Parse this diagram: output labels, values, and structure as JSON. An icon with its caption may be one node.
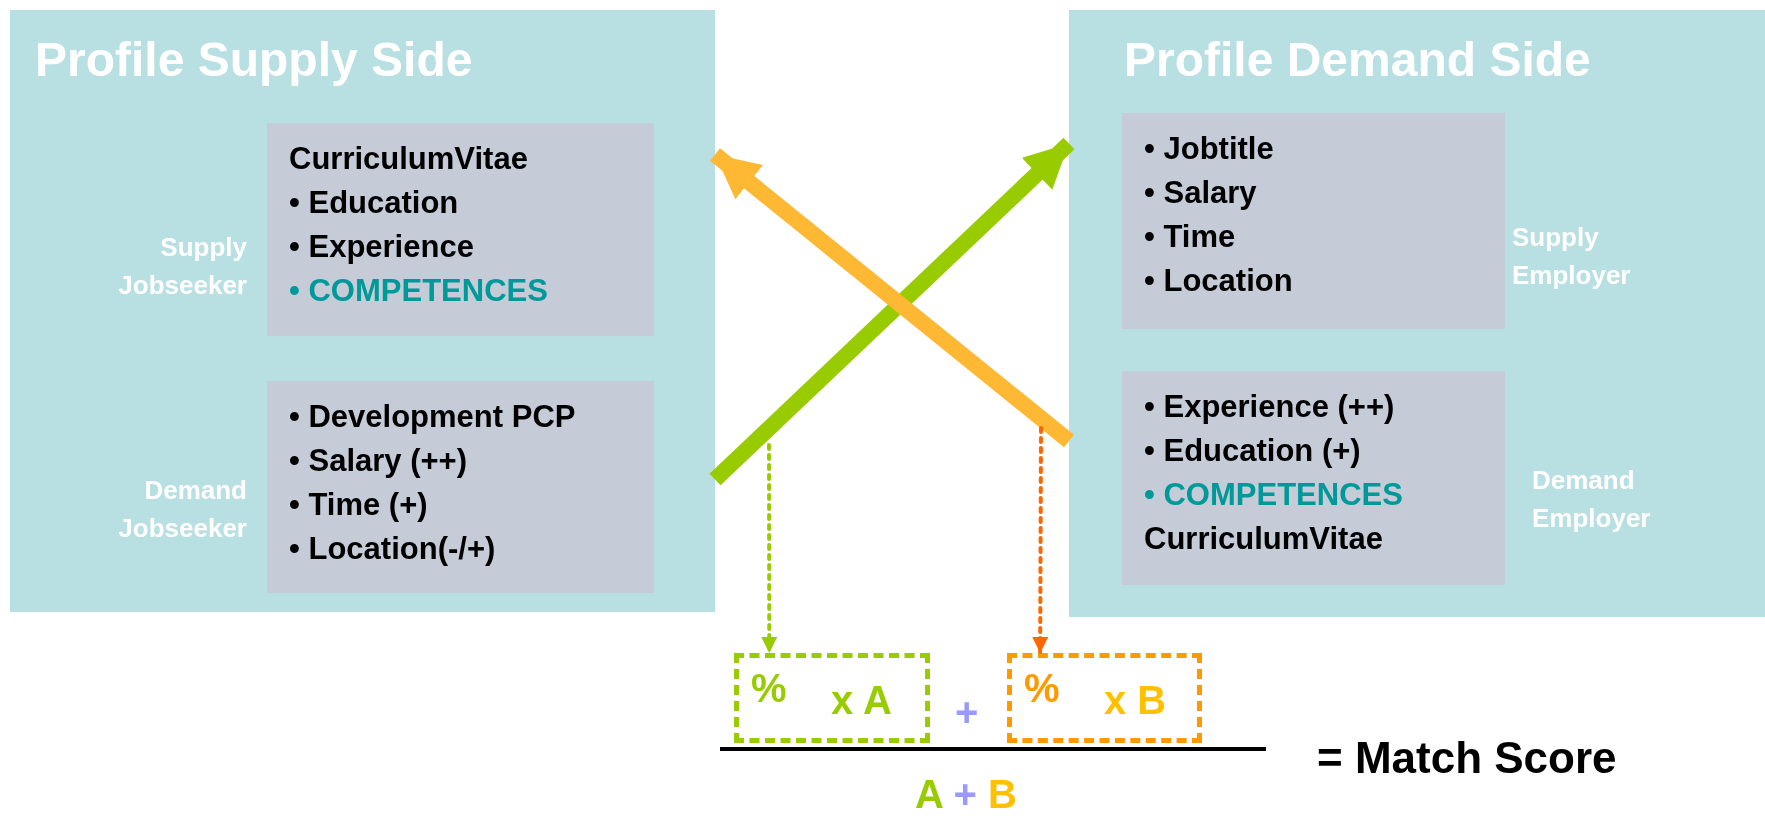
{
  "diagram": {
    "nodes": [
      {
        "text": [
          "Profile Supply Side"
        ]
      },
      {
        "text": [
          "CurriculumVitae",
          "• Education",
          "• Experience",
          "• COMPETENCES"
        ],
        "in": 0,
        "beside": [
          "Supply Jobseeker"
        ]
      },
      {
        "text": [
          "• Development PCP",
          "• Salary (++)",
          "• Time (+)",
          "• Location(-/+)"
        ],
        "in": 0,
        "beside": [
          "Demand Jobseeker"
        ]
      },
      {
        "text": [
          "Profile Demand Side"
        ]
      },
      {
        "text": [
          "• Jobtitle",
          "• Salary",
          "• Time",
          "• Location"
        ],
        "in": 3,
        "beside": [
          "Supply Employer"
        ]
      },
      {
        "text": [
          "• Experience (++)",
          "• Education (+)",
          "• COMPETENCES",
          "CurriculumVitae"
        ],
        "in": 3,
        "beside": [
          "Demand Employer"
        ]
      },
      {
        "text": [
          "%",
          "x A"
        ]
      },
      {
        "text": [
          "%",
          "x B"
        ]
      }
    ],
    "edges": [
      {
        "from": 0,
        "to": 3,
        "arrow": "to",
        "style": "thick",
        "color": "#99cc00"
      },
      {
        "from": 3,
        "to": 0,
        "arrow": "to",
        "style": "thick",
        "color": "#ffb833"
      },
      {
        "from": null,
        "to": 6,
        "arrow": "to",
        "style": "dashed",
        "color": "#99cc00"
      },
      {
        "from": null,
        "to": 7,
        "arrow": "to",
        "style": "dashed",
        "color": "#ff6600"
      }
    ],
    "labels": [
      "+",
      "A + B",
      "= Match Score"
    ]
  }
}
